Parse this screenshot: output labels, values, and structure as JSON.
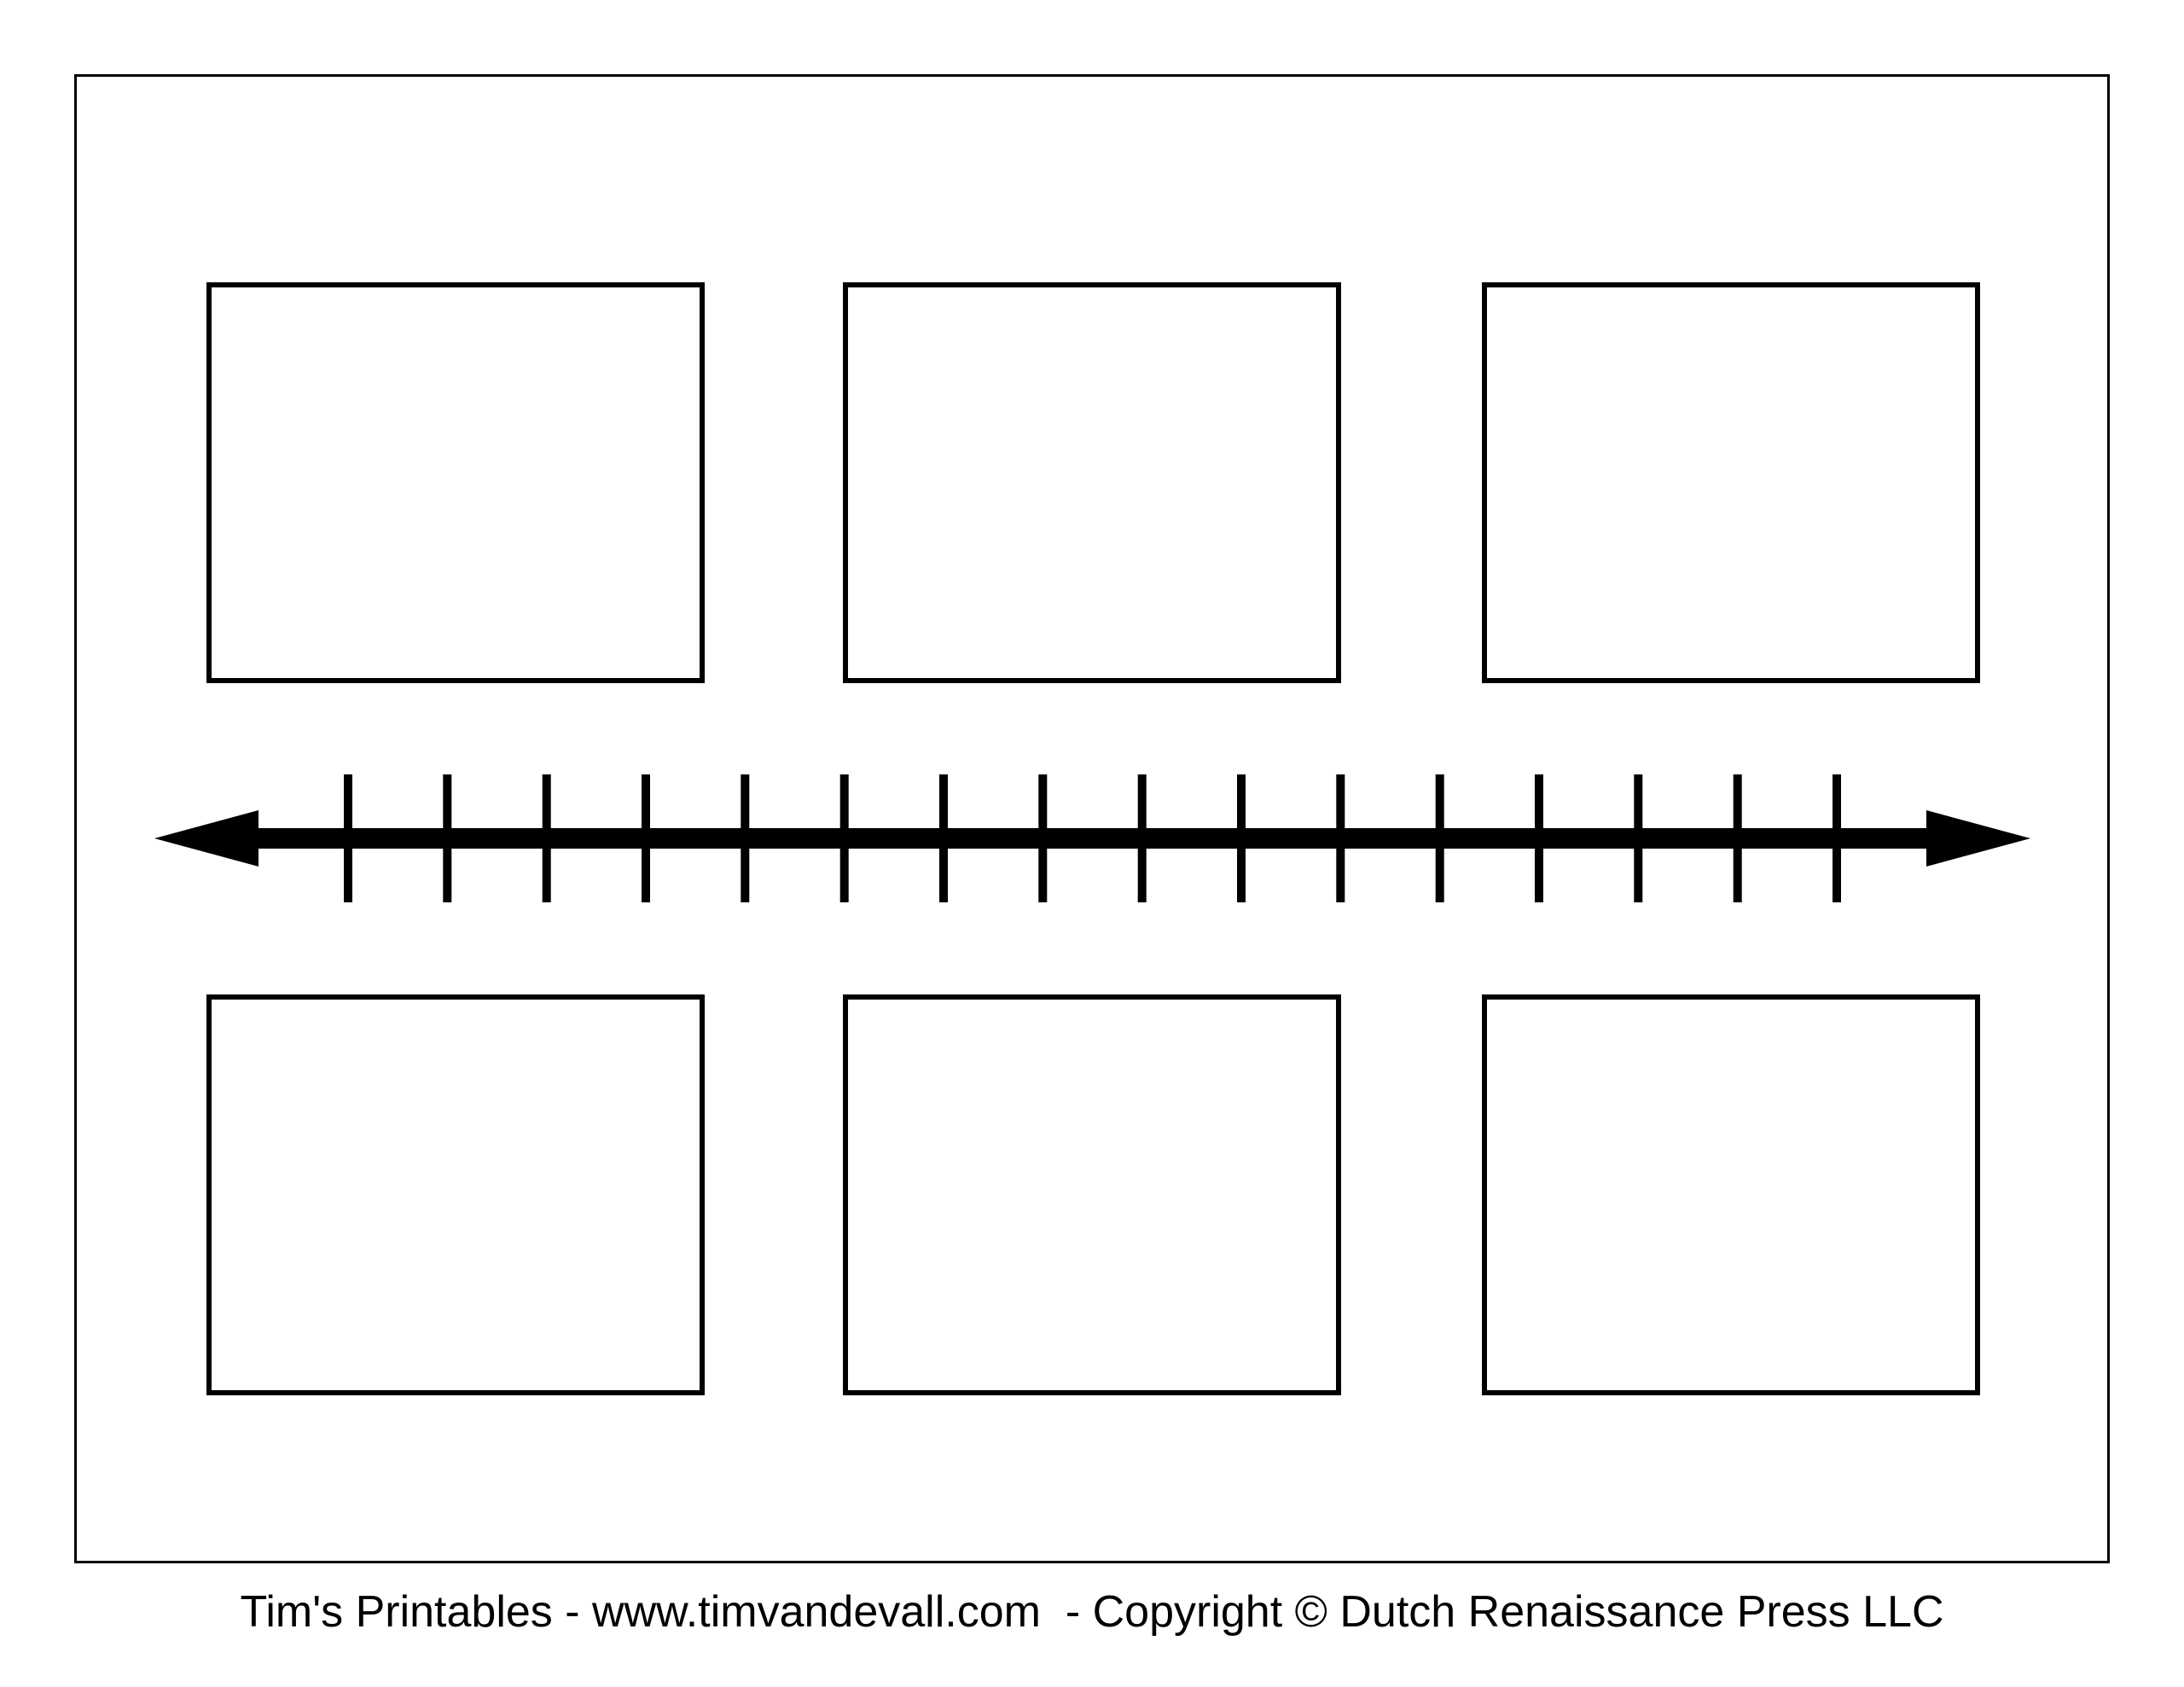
{
  "page": {
    "background_color": "#ffffff",
    "ink_color": "#000000"
  },
  "frame": {
    "border_color": "#000000"
  },
  "event_boxes": {
    "count": 6,
    "rows": 2,
    "columns": 3,
    "fill": "#ffffff",
    "border_color": "#000000",
    "content": ""
  },
  "timeline": {
    "type": "double-headed-arrow",
    "orientation": "horizontal",
    "arrowheads": "both-ends",
    "tick_count": 16,
    "color": "#000000"
  },
  "footer": {
    "credit_text": "Tim's Printables - www.timvandevall.com  - Copyright © Dutch Renaissance Press LLC"
  }
}
